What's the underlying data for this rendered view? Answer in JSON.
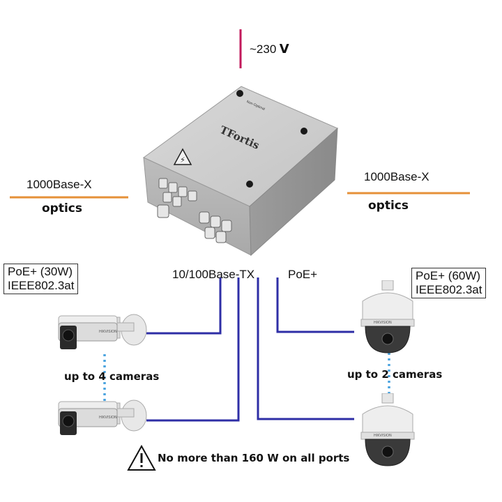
{
  "power": {
    "voltage": "~230",
    "unit": "V"
  },
  "uplinks": {
    "left": {
      "label": "1000Base-X",
      "medium": "optics"
    },
    "right": {
      "label": "1000Base-X",
      "medium": "optics"
    }
  },
  "enclosure": {
    "brand": "TFortis",
    "small_text": "Non-Optimal"
  },
  "ports": {
    "ethernet": "10/100Base-TX",
    "poe": "PoE+"
  },
  "left_group": {
    "standard_line1": "PoE+ (30W)",
    "standard_line2": "IEEE802.3at",
    "count": "up to 4 cameras",
    "camera_brand": "HIKVISION"
  },
  "right_group": {
    "standard_line1": "PoE+ (60W)",
    "standard_line2": "IEEE802.3at",
    "count": "up to 2 cameras",
    "camera_brand": "HIKVISION"
  },
  "warning": {
    "text": "No more than 160 W on all ports"
  },
  "colors": {
    "power_line": "#c2185b",
    "optic_line": "#e69138",
    "copper_line": "#2e2ea6",
    "dotted_link": "#4aa3df"
  }
}
